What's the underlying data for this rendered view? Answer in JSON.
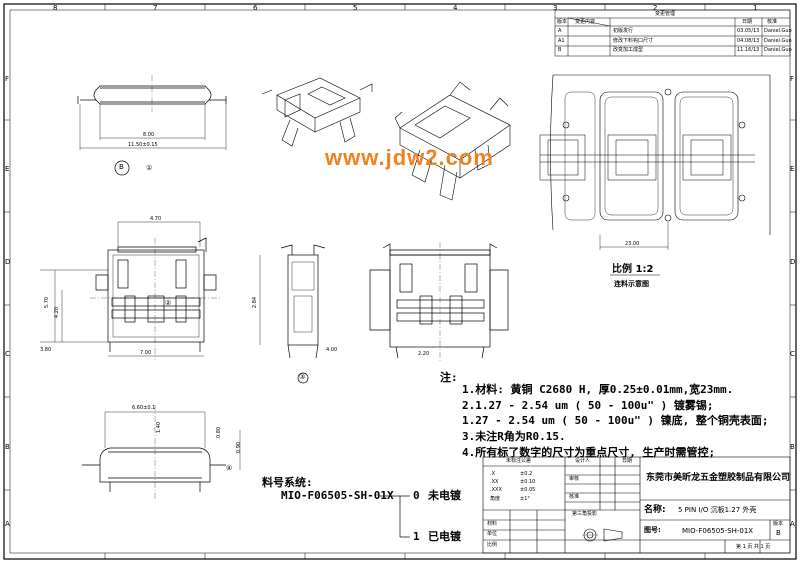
{
  "watermark": "www.jdw2.com",
  "zones": {
    "top": [
      "8",
      "7",
      "6",
      "5",
      "4",
      "3",
      "2",
      "1"
    ],
    "side": [
      "F",
      "E",
      "D",
      "C",
      "B",
      "A"
    ]
  },
  "revision_table": {
    "title": "变更管理",
    "headers": [
      "版本",
      "变更内容",
      "日期",
      "核准"
    ],
    "rows": [
      {
        "rev": "A",
        "desc": "初版发行",
        "date": "03.05/13",
        "by": "Daniel.Guo"
      },
      {
        "rev": "A1",
        "desc": "修改下料钩口尺寸",
        "date": "04.08/13",
        "by": "Daniel.Guo"
      },
      {
        "rev": "B",
        "desc": "改变加工成型",
        "date": "11.16/13",
        "by": "Daniel.Guo"
      }
    ]
  },
  "views": {
    "scale_label": "比例 1:2",
    "strip_label": "连料示意图",
    "balloons": [
      "①",
      "②",
      "③",
      "④"
    ],
    "section_mark": "B"
  },
  "dimensions": [
    "8.00",
    "11.50±0.15",
    "4.70",
    "7.00",
    "5.70",
    "4.20",
    "2.84",
    "3.80",
    "6.60±0.1",
    "0.90",
    "0.80",
    "1.40",
    "23.00",
    "4.00",
    "2.20"
  ],
  "part_series": {
    "label": "料号系统:",
    "part": "MIO-F06505-SH-01X",
    "options": [
      {
        "code": "0",
        "desc": "未电镀"
      },
      {
        "code": "1",
        "desc": "已电镀"
      }
    ]
  },
  "notes": {
    "title": "注:",
    "items": [
      "1.材料: 黄铜 C2680 H, 厚0.25±0.01mm,宽23mm.",
      "2.1.27 - 2.54 um ( 50 - 100u\" ) 镀雾锡;",
      "  1.27 - 2.54 um ( 50 - 100u\" ) 镍底, 整个铜壳表面;",
      "3.未注R角为R0.15.",
      "4.所有标了数字的尺寸为重点尺寸, 生产时需管控;"
    ]
  },
  "title_block": {
    "tolerance_title": "未标注公差",
    "tolerances": [
      {
        "label": ".X",
        "value": "±0.2"
      },
      {
        "label": ".XX",
        "value": "±0.10"
      },
      {
        "label": ".XXX",
        "value": "±0.05"
      },
      {
        "label": "角度",
        "value": "±1°"
      }
    ],
    "designed_label": "设计人",
    "date_label": "日期",
    "company": "东莞市美昕龙五金塑胶制品有限公司",
    "name_label": "名称:",
    "name": "5 PIN I/O 沉板1.27 外壳",
    "drawing_no_label": "图号:",
    "drawing_no": "MIO-F06505-SH-01X",
    "version_label": "版本",
    "version": "B",
    "projection_label": "第三角投影",
    "material_label": "材料",
    "unit_label": "单位",
    "scale_label": "比例",
    "sheet": "第 1 页 共 1 页",
    "checked_label": "审核",
    "approved_label": "核准"
  }
}
